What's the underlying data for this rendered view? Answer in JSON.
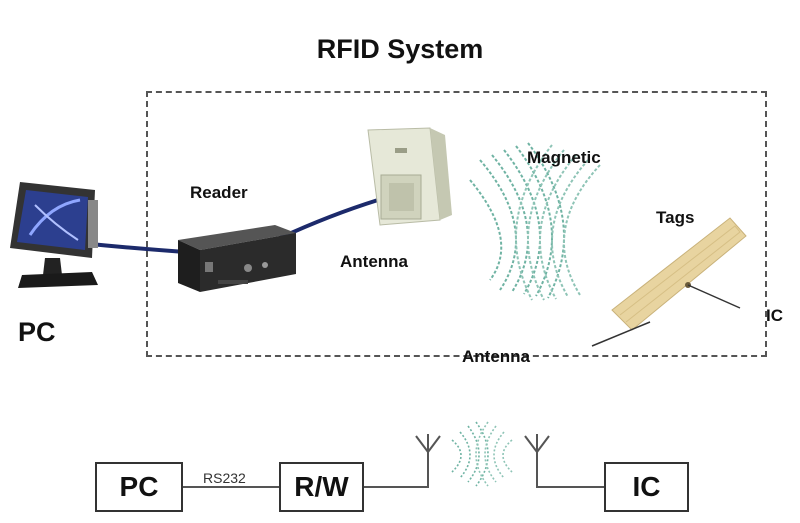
{
  "title": "RFID System",
  "top_diagram": {
    "reader_label": "Reader",
    "antenna_label": "Antenna",
    "magnetic_label": "Magnetic",
    "tags_label": "Tags",
    "ic_label": "IC",
    "tag_antenna_label": "Antenna",
    "pc_label": "PC"
  },
  "block_diagram": {
    "pc_label": "PC",
    "link_label": "RS232",
    "rw_label": "R/W",
    "ic_label": "IC"
  },
  "colors": {
    "cable": "#1c2a6b",
    "wave": "#6fb3a3",
    "tag": "#e8d4a0",
    "reader_body": "#2b2b2b",
    "antenna_panel": "#d9dcc7"
  }
}
